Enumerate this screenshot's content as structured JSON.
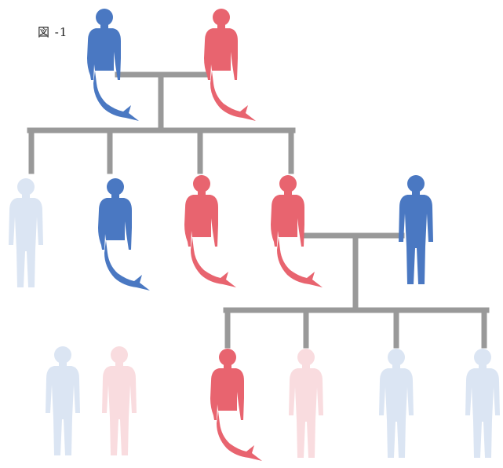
{
  "figure": {
    "label": "図 -1",
    "colors": {
      "male": "#4a78c2",
      "female": "#e8646f",
      "male_faded": "#dbe5f3",
      "female_faded": "#f9dcdf",
      "connector": "#999999"
    }
  },
  "generations": [
    {
      "name": "parents",
      "members": [
        {
          "id": "g1-father",
          "sex": "male",
          "form": "mermaid",
          "faded": false
        },
        {
          "id": "g1-mother",
          "sex": "female",
          "form": "mermaid",
          "faded": false
        }
      ]
    },
    {
      "name": "children",
      "members": [
        {
          "id": "g2-child1",
          "sex": "male",
          "form": "human",
          "faded": true
        },
        {
          "id": "g2-child2",
          "sex": "male",
          "form": "mermaid",
          "faded": false
        },
        {
          "id": "g2-child3",
          "sex": "female",
          "form": "mermaid",
          "faded": false
        },
        {
          "id": "g2-child4",
          "sex": "female",
          "form": "mermaid",
          "faded": false
        },
        {
          "id": "g2-spouse",
          "sex": "male",
          "form": "human",
          "faded": false
        }
      ]
    },
    {
      "name": "grandchildren",
      "members": [
        {
          "id": "g3-unlinked1",
          "sex": "male",
          "form": "human",
          "faded": true
        },
        {
          "id": "g3-unlinked2",
          "sex": "female",
          "form": "human",
          "faded": true
        },
        {
          "id": "g3-child1",
          "sex": "female",
          "form": "mermaid",
          "faded": false
        },
        {
          "id": "g3-child2",
          "sex": "female",
          "form": "human",
          "faded": true
        },
        {
          "id": "g3-child3",
          "sex": "male",
          "form": "human",
          "faded": true
        },
        {
          "id": "g3-child4",
          "sex": "male",
          "form": "human",
          "faded": true
        }
      ]
    }
  ]
}
